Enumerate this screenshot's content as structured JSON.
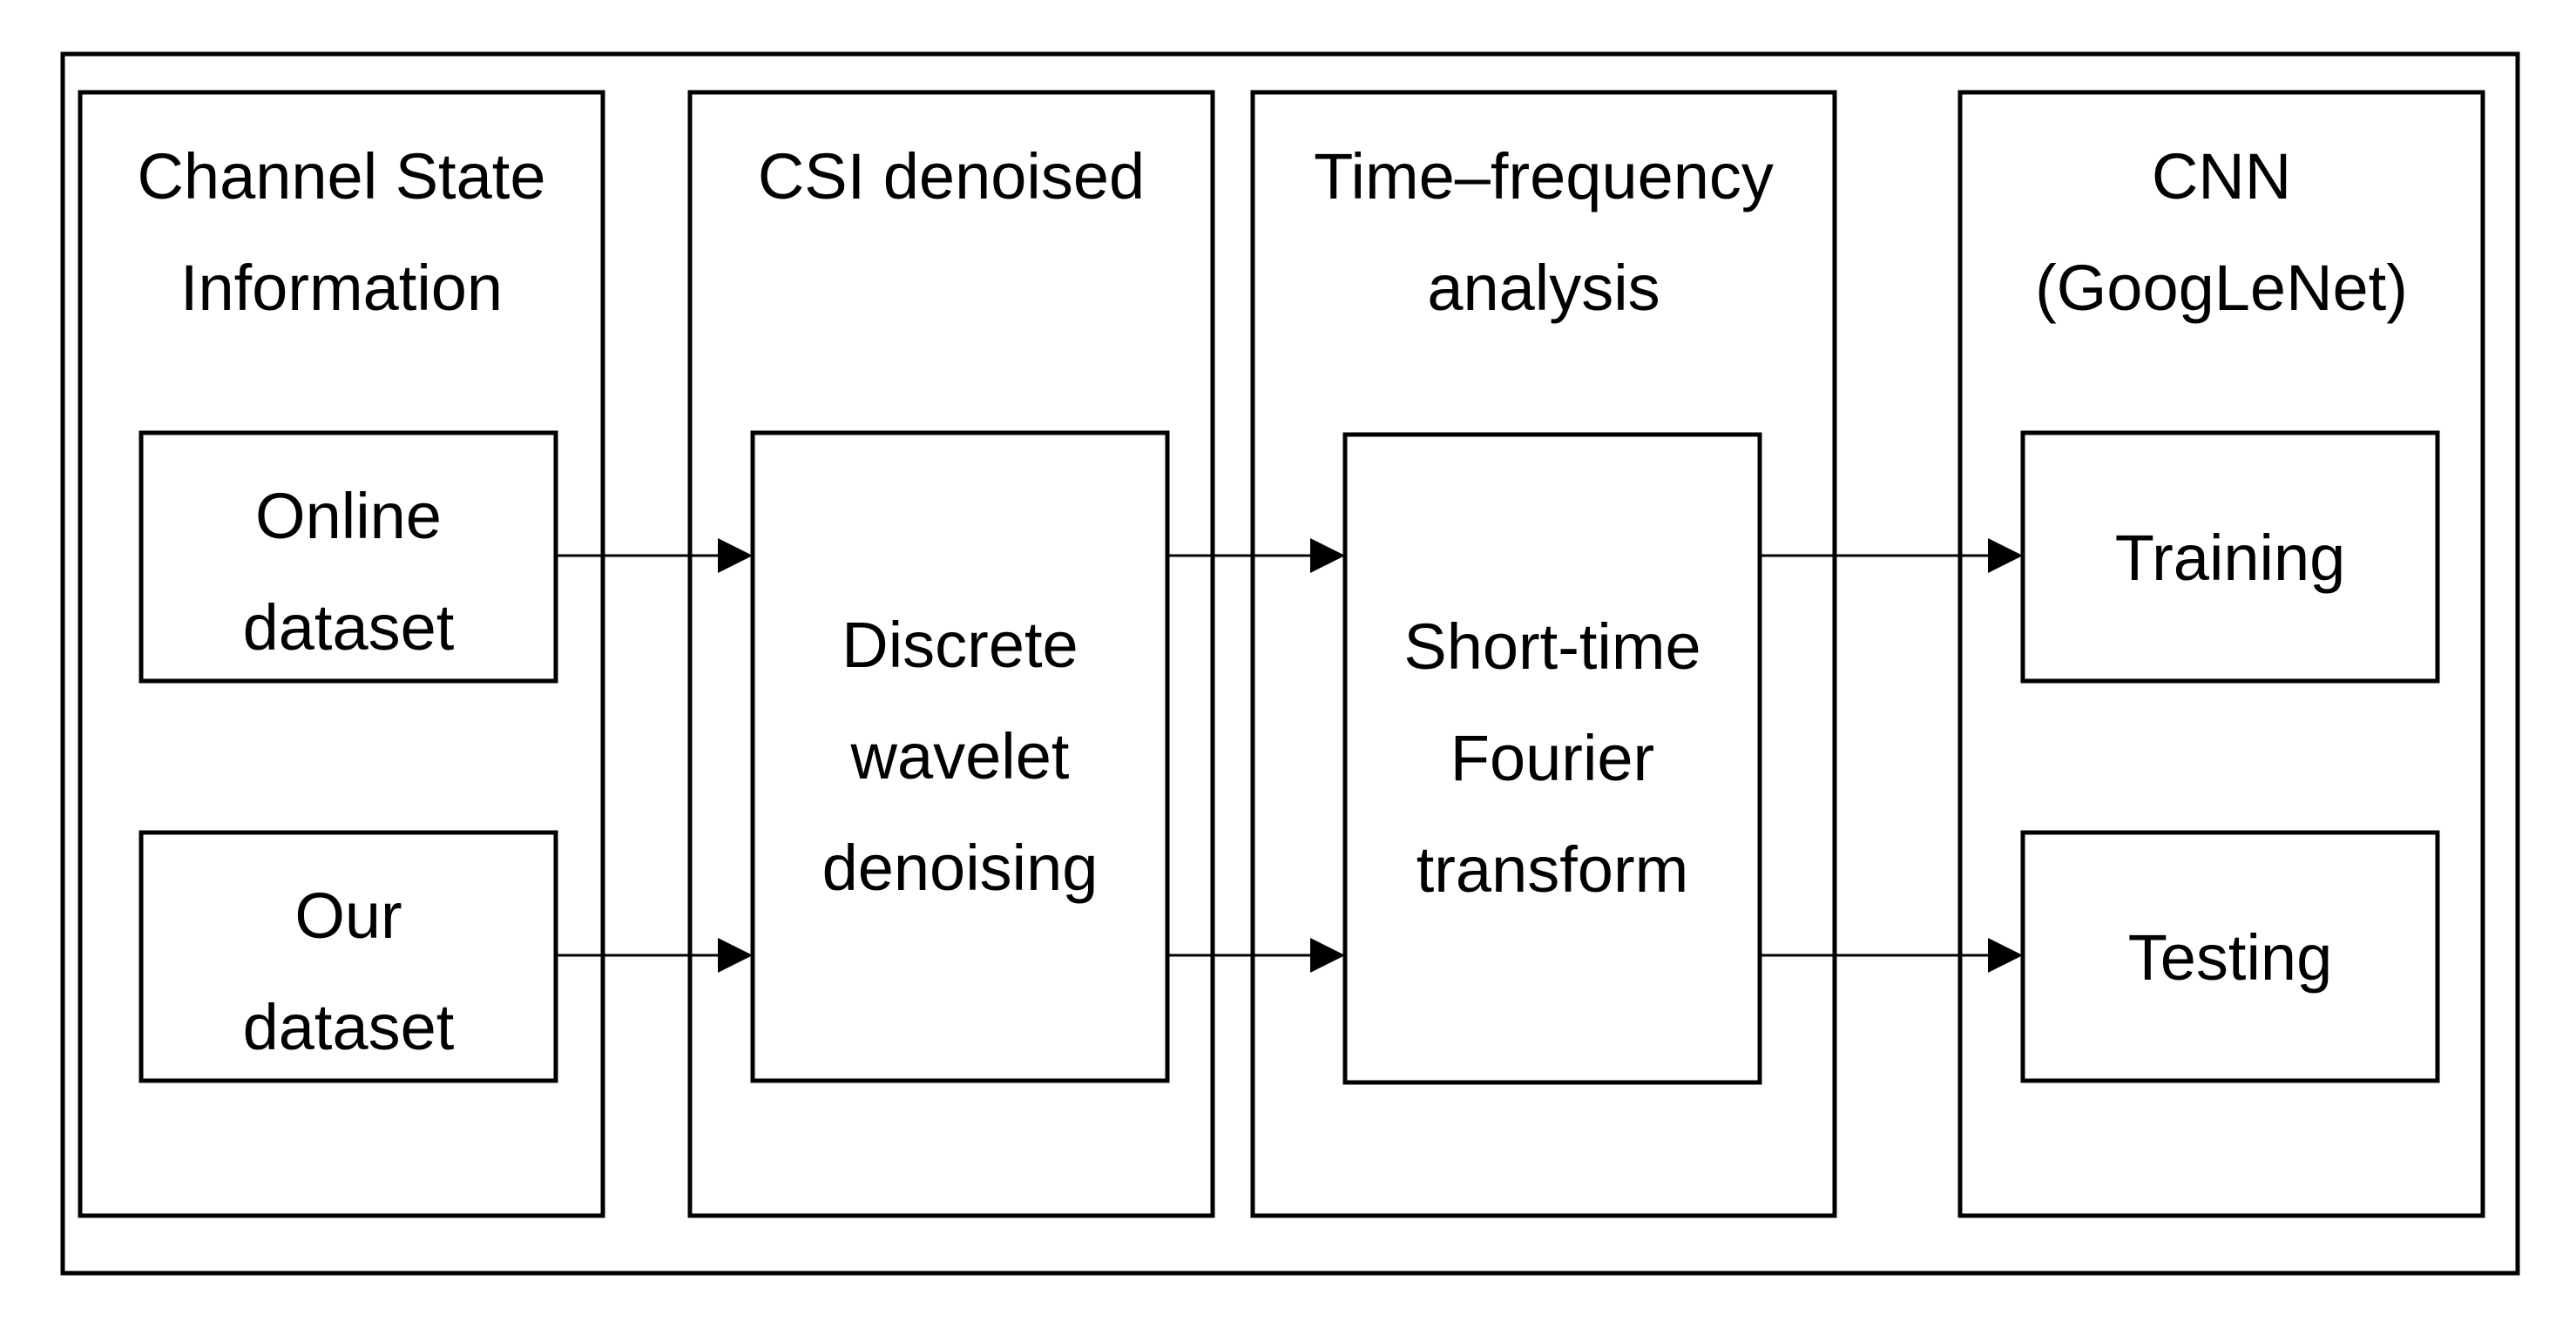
{
  "stages": [
    {
      "title_lines": [
        "Channel State",
        "Information"
      ]
    },
    {
      "title_lines": [
        "CSI denoised"
      ]
    },
    {
      "title_lines": [
        "Time–frequency",
        "analysis"
      ]
    },
    {
      "title_lines": [
        "CNN",
        "(GoogLeNet)"
      ]
    }
  ],
  "nodes": {
    "online_dataset": [
      "Online",
      "dataset"
    ],
    "our_dataset": [
      "Our",
      "dataset"
    ],
    "dwt": [
      "Discrete",
      "wavelet",
      "denoising"
    ],
    "stft": [
      "Short-time",
      "Fourier",
      "transform"
    ],
    "training": [
      "Training"
    ],
    "testing": [
      "Testing"
    ]
  },
  "edges": [
    {
      "from": "online_dataset",
      "to": "dwt"
    },
    {
      "from": "our_dataset",
      "to": "dwt"
    },
    {
      "from": "dwt",
      "to": "stft"
    },
    {
      "from": "dwt",
      "to": "stft"
    },
    {
      "from": "stft",
      "to": "training"
    },
    {
      "from": "stft",
      "to": "testing"
    }
  ]
}
